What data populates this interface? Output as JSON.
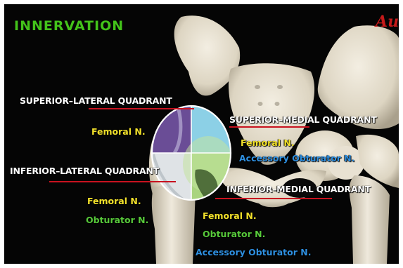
{
  "title": "INNERVATION",
  "brand_text": "Au",
  "colors": {
    "title": "#43c31a",
    "femoral": "#f2e12b",
    "obturator": "#57c93a",
    "accessory_obturator": "#2e8fe0",
    "quadrant_label": "#ffffff",
    "underline": "#c8121f",
    "brand": "#c61a1a"
  },
  "quadrants": {
    "superior_lateral": {
      "label": "SUPERIOR–LATERAL QUADRANT",
      "nerves": [
        "Femoral N."
      ]
    },
    "superior_medial": {
      "label": "SUPERIOR–MEDIAL QUADRANT",
      "nerves": [
        "Femoral N.",
        "Accessory Obturator N."
      ]
    },
    "inferior_lateral": {
      "label": "INFERIOR–LATERAL QUADRANT",
      "nerves": [
        "Femoral N.",
        "Obturator N."
      ]
    },
    "inferior_medial": {
      "label": "INFERIOR–MEDIAL QUADRANT",
      "nerves": [
        "Femoral N.",
        "Obturator N.",
        "Accessory Obturator N."
      ]
    }
  },
  "quadrant_fill_colors": {
    "superior_lateral": "#6a4d96",
    "superior_medial": "#8cd0e6",
    "inferior_lateral": "#dfe3e6",
    "inferior_medial": "#a9d47e"
  }
}
